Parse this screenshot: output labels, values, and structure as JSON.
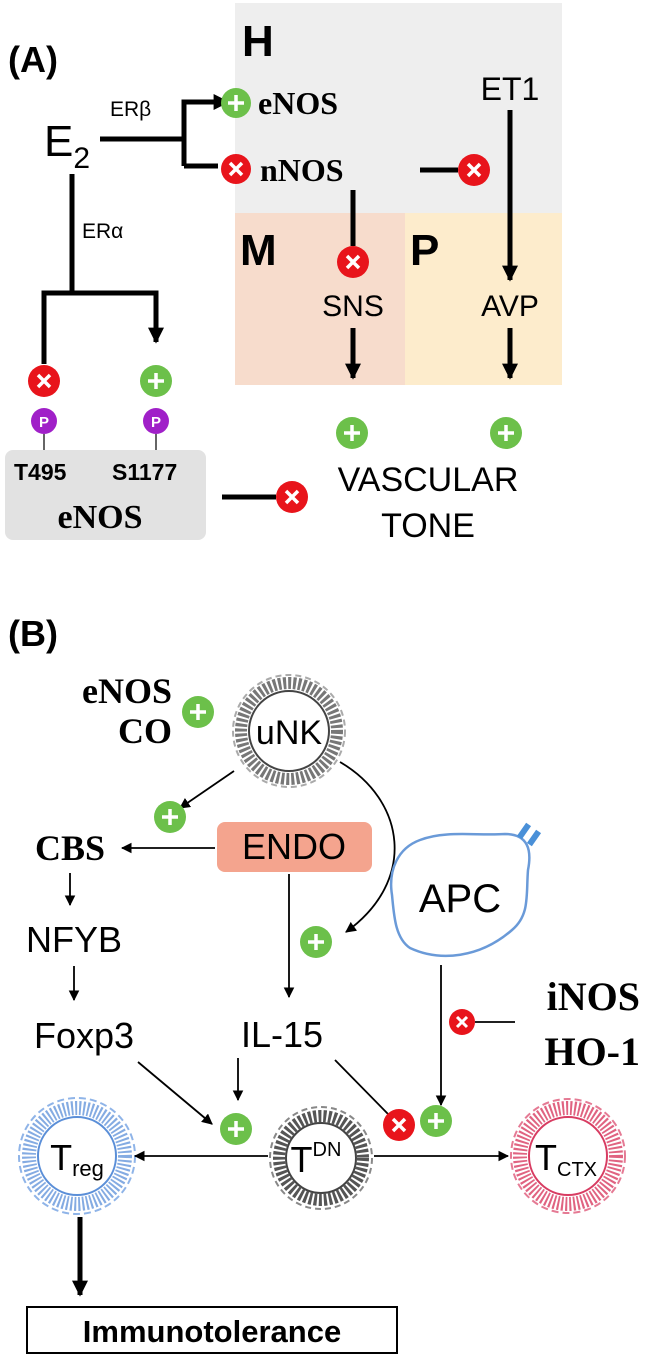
{
  "panelA": {
    "label": "(A)",
    "regions": {
      "H": "H",
      "M": "M",
      "P": "P"
    },
    "e2": {
      "base": "E",
      "sub": "2"
    },
    "er_beta": "ERβ",
    "er_alpha": "ERα",
    "enos_top": "eNOS",
    "nnos": "nNOS",
    "et1": "ET1",
    "sns": "SNS",
    "avp": "AVP",
    "p_symbol": "P",
    "t495": "T495",
    "s1177": "S1177",
    "enos_box": "eNOS",
    "vascular": "VASCULAR",
    "tone": "TONE",
    "colors": {
      "stimulate": "#6cc04a",
      "inhibit": "#e8141b",
      "phospho": "#a020c8",
      "h_region": "#eeeeee",
      "m_region": "#f7dccc",
      "p_region": "#fdeccc"
    }
  },
  "panelB": {
    "label": "(B)",
    "enos": "eNOS",
    "co": "CO",
    "unk": "uNK",
    "endo": "ENDO",
    "cbs": "CBS",
    "nfyb": "NFYB",
    "foxp3": "Foxp3",
    "il15": "IL-15",
    "apc": "APC",
    "inos": "iNOS",
    "ho1": "HO-1",
    "treg": {
      "base": "T",
      "sub": "reg"
    },
    "tdn": {
      "base": "T",
      "sup": "DN"
    },
    "tctx": {
      "base": "T",
      "sub": "CTX"
    },
    "immunotolerance": "Immunotolerance",
    "colors": {
      "endo_bg": "#f4a48e",
      "treg": "#5b8fd8",
      "tdn": "#555555",
      "tctx": "#d83c62",
      "apc": "#6a9ad8"
    }
  }
}
